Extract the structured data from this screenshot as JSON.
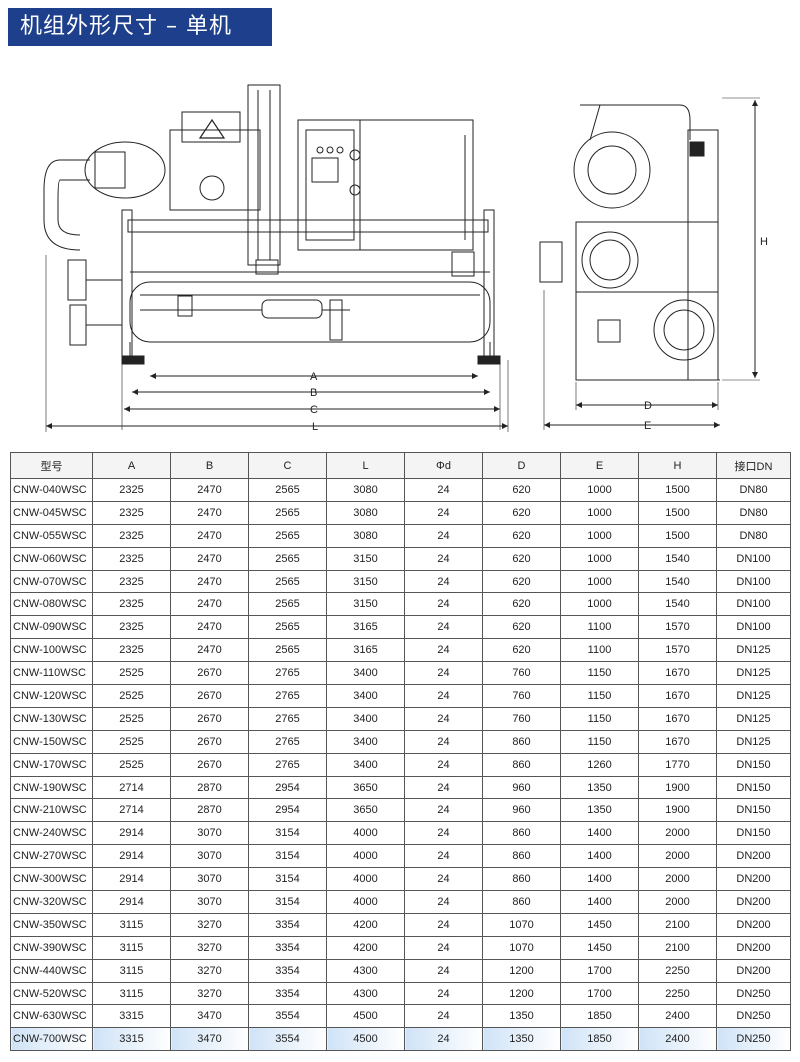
{
  "title": "机组外形尺寸 – 单机",
  "dimension_labels": {
    "A": "A",
    "B": "B",
    "C": "C",
    "L": "L",
    "D": "D",
    "E": "E",
    "H": "H"
  },
  "table": {
    "headers": [
      "型号",
      "A",
      "B",
      "C",
      "L",
      "Φd",
      "D",
      "E",
      "H",
      "接口DN"
    ],
    "rows": [
      [
        "CNW-040WSC",
        "2325",
        "2470",
        "2565",
        "3080",
        "24",
        "620",
        "1000",
        "1500",
        "DN80"
      ],
      [
        "CNW-045WSC",
        "2325",
        "2470",
        "2565",
        "3080",
        "24",
        "620",
        "1000",
        "1500",
        "DN80"
      ],
      [
        "CNW-055WSC",
        "2325",
        "2470",
        "2565",
        "3080",
        "24",
        "620",
        "1000",
        "1500",
        "DN80"
      ],
      [
        "CNW-060WSC",
        "2325",
        "2470",
        "2565",
        "3150",
        "24",
        "620",
        "1000",
        "1540",
        "DN100"
      ],
      [
        "CNW-070WSC",
        "2325",
        "2470",
        "2565",
        "3150",
        "24",
        "620",
        "1000",
        "1540",
        "DN100"
      ],
      [
        "CNW-080WSC",
        "2325",
        "2470",
        "2565",
        "3150",
        "24",
        "620",
        "1000",
        "1540",
        "DN100"
      ],
      [
        "CNW-090WSC",
        "2325",
        "2470",
        "2565",
        "3165",
        "24",
        "620",
        "1100",
        "1570",
        "DN100"
      ],
      [
        "CNW-100WSC",
        "2325",
        "2470",
        "2565",
        "3165",
        "24",
        "620",
        "1100",
        "1570",
        "DN125"
      ],
      [
        "CNW-110WSC",
        "2525",
        "2670",
        "2765",
        "3400",
        "24",
        "760",
        "1150",
        "1670",
        "DN125"
      ],
      [
        "CNW-120WSC",
        "2525",
        "2670",
        "2765",
        "3400",
        "24",
        "760",
        "1150",
        "1670",
        "DN125"
      ],
      [
        "CNW-130WSC",
        "2525",
        "2670",
        "2765",
        "3400",
        "24",
        "760",
        "1150",
        "1670",
        "DN125"
      ],
      [
        "CNW-150WSC",
        "2525",
        "2670",
        "2765",
        "3400",
        "24",
        "860",
        "1150",
        "1670",
        "DN125"
      ],
      [
        "CNW-170WSC",
        "2525",
        "2670",
        "2765",
        "3400",
        "24",
        "860",
        "1260",
        "1770",
        "DN150"
      ],
      [
        "CNW-190WSC",
        "2714",
        "2870",
        "2954",
        "3650",
        "24",
        "960",
        "1350",
        "1900",
        "DN150"
      ],
      [
        "CNW-210WSC",
        "2714",
        "2870",
        "2954",
        "3650",
        "24",
        "960",
        "1350",
        "1900",
        "DN150"
      ],
      [
        "CNW-240WSC",
        "2914",
        "3070",
        "3154",
        "4000",
        "24",
        "860",
        "1400",
        "2000",
        "DN150"
      ],
      [
        "CNW-270WSC",
        "2914",
        "3070",
        "3154",
        "4000",
        "24",
        "860",
        "1400",
        "2000",
        "DN200"
      ],
      [
        "CNW-300WSC",
        "2914",
        "3070",
        "3154",
        "4000",
        "24",
        "860",
        "1400",
        "2000",
        "DN200"
      ],
      [
        "CNW-320WSC",
        "2914",
        "3070",
        "3154",
        "4000",
        "24",
        "860",
        "1400",
        "2000",
        "DN200"
      ],
      [
        "CNW-350WSC",
        "3115",
        "3270",
        "3354",
        "4200",
        "24",
        "1070",
        "1450",
        "2100",
        "DN200"
      ],
      [
        "CNW-390WSC",
        "3115",
        "3270",
        "3354",
        "4200",
        "24",
        "1070",
        "1450",
        "2100",
        "DN200"
      ],
      [
        "CNW-440WSC",
        "3115",
        "3270",
        "3354",
        "4300",
        "24",
        "1200",
        "1700",
        "2250",
        "DN200"
      ],
      [
        "CNW-520WSC",
        "3115",
        "3270",
        "3354",
        "4300",
        "24",
        "1200",
        "1700",
        "2250",
        "DN250"
      ],
      [
        "CNW-630WSC",
        "3315",
        "3470",
        "3554",
        "4500",
        "24",
        "1350",
        "1850",
        "2400",
        "DN250"
      ],
      [
        "CNW-700WSC",
        "3315",
        "3470",
        "3554",
        "4500",
        "24",
        "1350",
        "1850",
        "2400",
        "DN250"
      ]
    ]
  }
}
